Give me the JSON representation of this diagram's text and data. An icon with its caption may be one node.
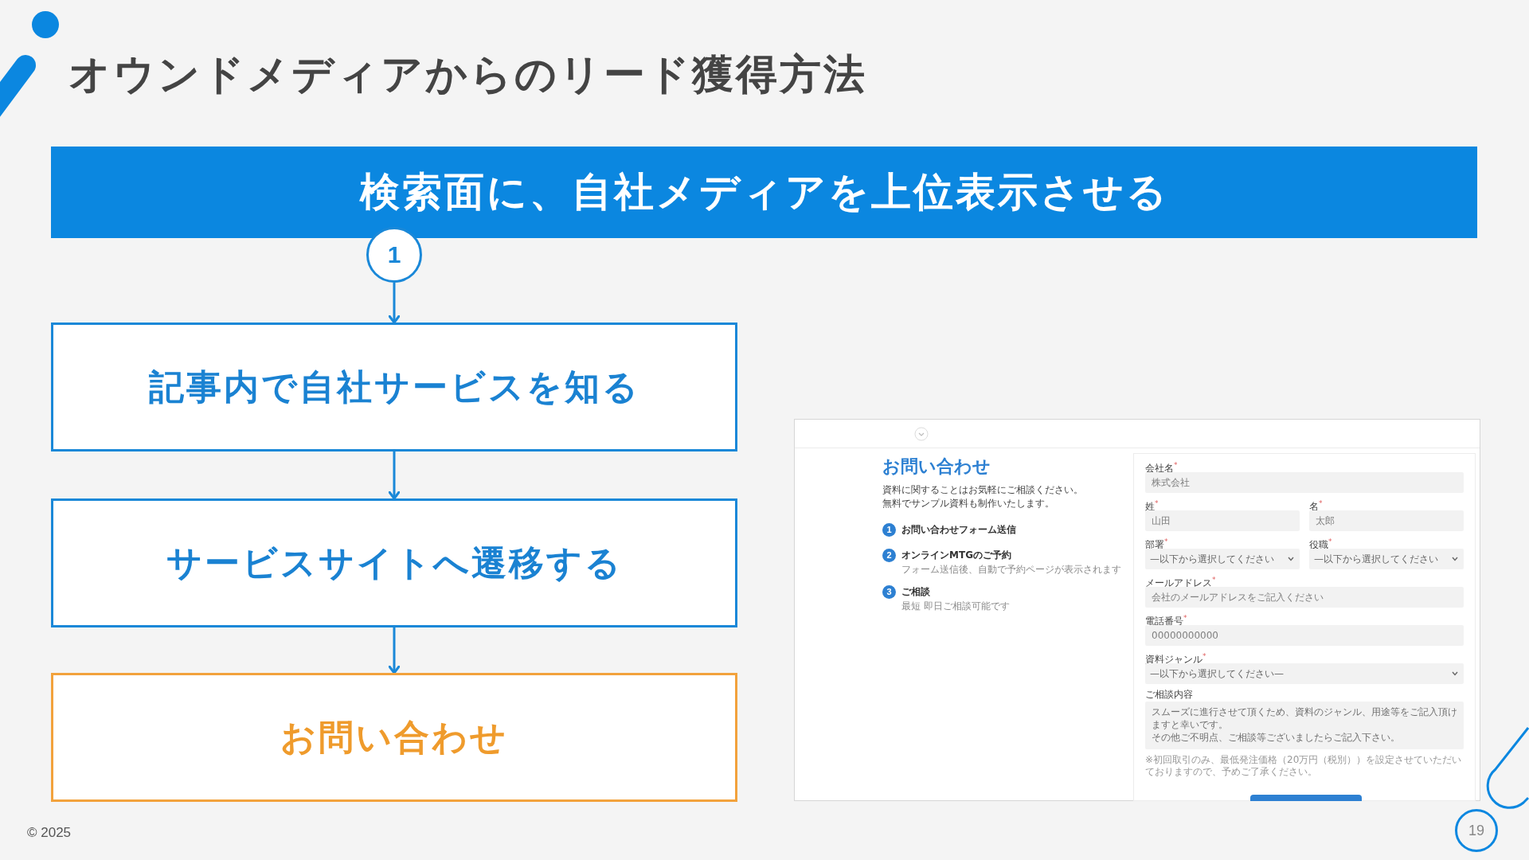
{
  "diagram": {
    "title": "オウンドメディアからのリード獲得方法",
    "nodes": [
      {
        "text": [
          "検索面に、自社メディアを上位表示させる"
        ]
      },
      {
        "text": [
          "1"
        ]
      },
      {
        "text": [
          "記事内で自社サービスを知る"
        ]
      },
      {
        "text": [
          "サービスサイトへ遷移する"
        ]
      },
      {
        "text": [
          "お問い合わせ"
        ]
      }
    ],
    "edges": [
      {
        "from": 1,
        "to": 2,
        "arrow": "to"
      },
      {
        "from": 2,
        "to": 3,
        "arrow": "to"
      },
      {
        "from": 3,
        "to": 4,
        "arrow": "to"
      }
    ],
    "labels": [
      "お問い合わせ",
      "資料に関することはお気軽にご相談ください。無料でサンプル資料も制作いたします。",
      "1",
      "お問い合わせフォーム送信",
      "2",
      "オンラインMTGのご予約",
      "フォーム送信後、自動で予約ページが表示されます",
      "3",
      "ご相談",
      "最短 即日ご相談可能です",
      "会社名$^{*}$",
      "株式会社",
      "姓$^{*}$",
      "名$^{*}$",
      "山田",
      "太郎",
      "部署$^{*}$",
      "役職$^{*}$",
      "—以下から選択してください",
      "—以下から選択してください",
      "メールアドレス$^{*}$",
      "会社のメールアドレスをご記入ください",
      "電話番号$^{*}$",
      "00000000000",
      "資料ジャンル$^{*}$",
      "—以下から選択してください—",
      "ご相談内容",
      "スムーズに進行させて頂くため、資料のジャンル、用途等をご記入頂けますと幸いです。",
      "その他ご不明点、ご相談等ございましたらご記入下さい。",
      "※初回取引のみ、最低発注価格（20万円（税別））を設定させていただいておりますので、予めご了承ください。",
      "© 2025",
      "19"
    ]
  }
}
